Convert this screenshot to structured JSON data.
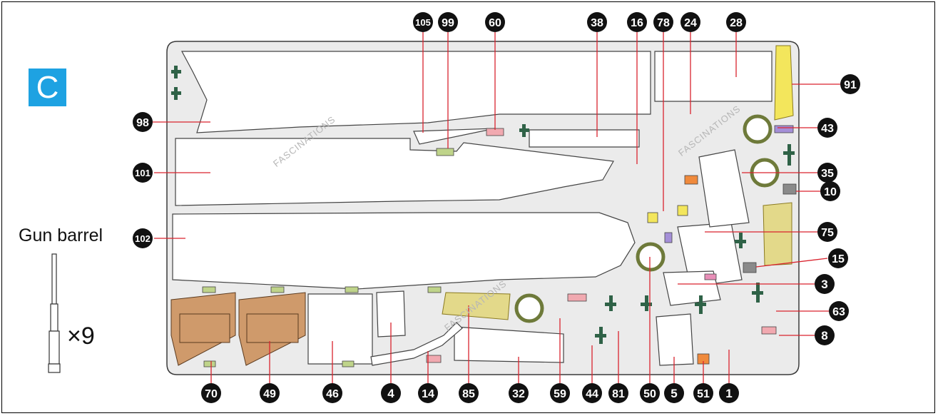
{
  "sheet": {
    "letter": "C",
    "badge_color": "#1ea2e2",
    "watermark_text": "FASCINATIONS"
  },
  "gun_barrel": {
    "title": "Gun barrel",
    "quantity": "×9"
  },
  "part_numbers": [
    "105",
    "99",
    "60",
    "38",
    "16",
    "78",
    "24",
    "28",
    "91",
    "43",
    "35",
    "10",
    "75",
    "15",
    "3",
    "63",
    "8",
    "98",
    "101",
    "102",
    "70",
    "49",
    "46",
    "4",
    "14",
    "85",
    "32",
    "59",
    "44",
    "81",
    "50",
    "5",
    "51",
    "1"
  ],
  "colors": {
    "sheet": "#ebebeb",
    "part_outline": "#444444",
    "leader_line": "#d9232e",
    "tan": "#cf9a6b",
    "green": "#bfd48a",
    "pink": "#f1a9b0",
    "yellow": "#f3e65c",
    "khaki": "#e3d98a",
    "purple": "#a48fd8",
    "orange": "#f08a3c",
    "dark_green": "#2f6247",
    "label_bg": "#111111"
  }
}
